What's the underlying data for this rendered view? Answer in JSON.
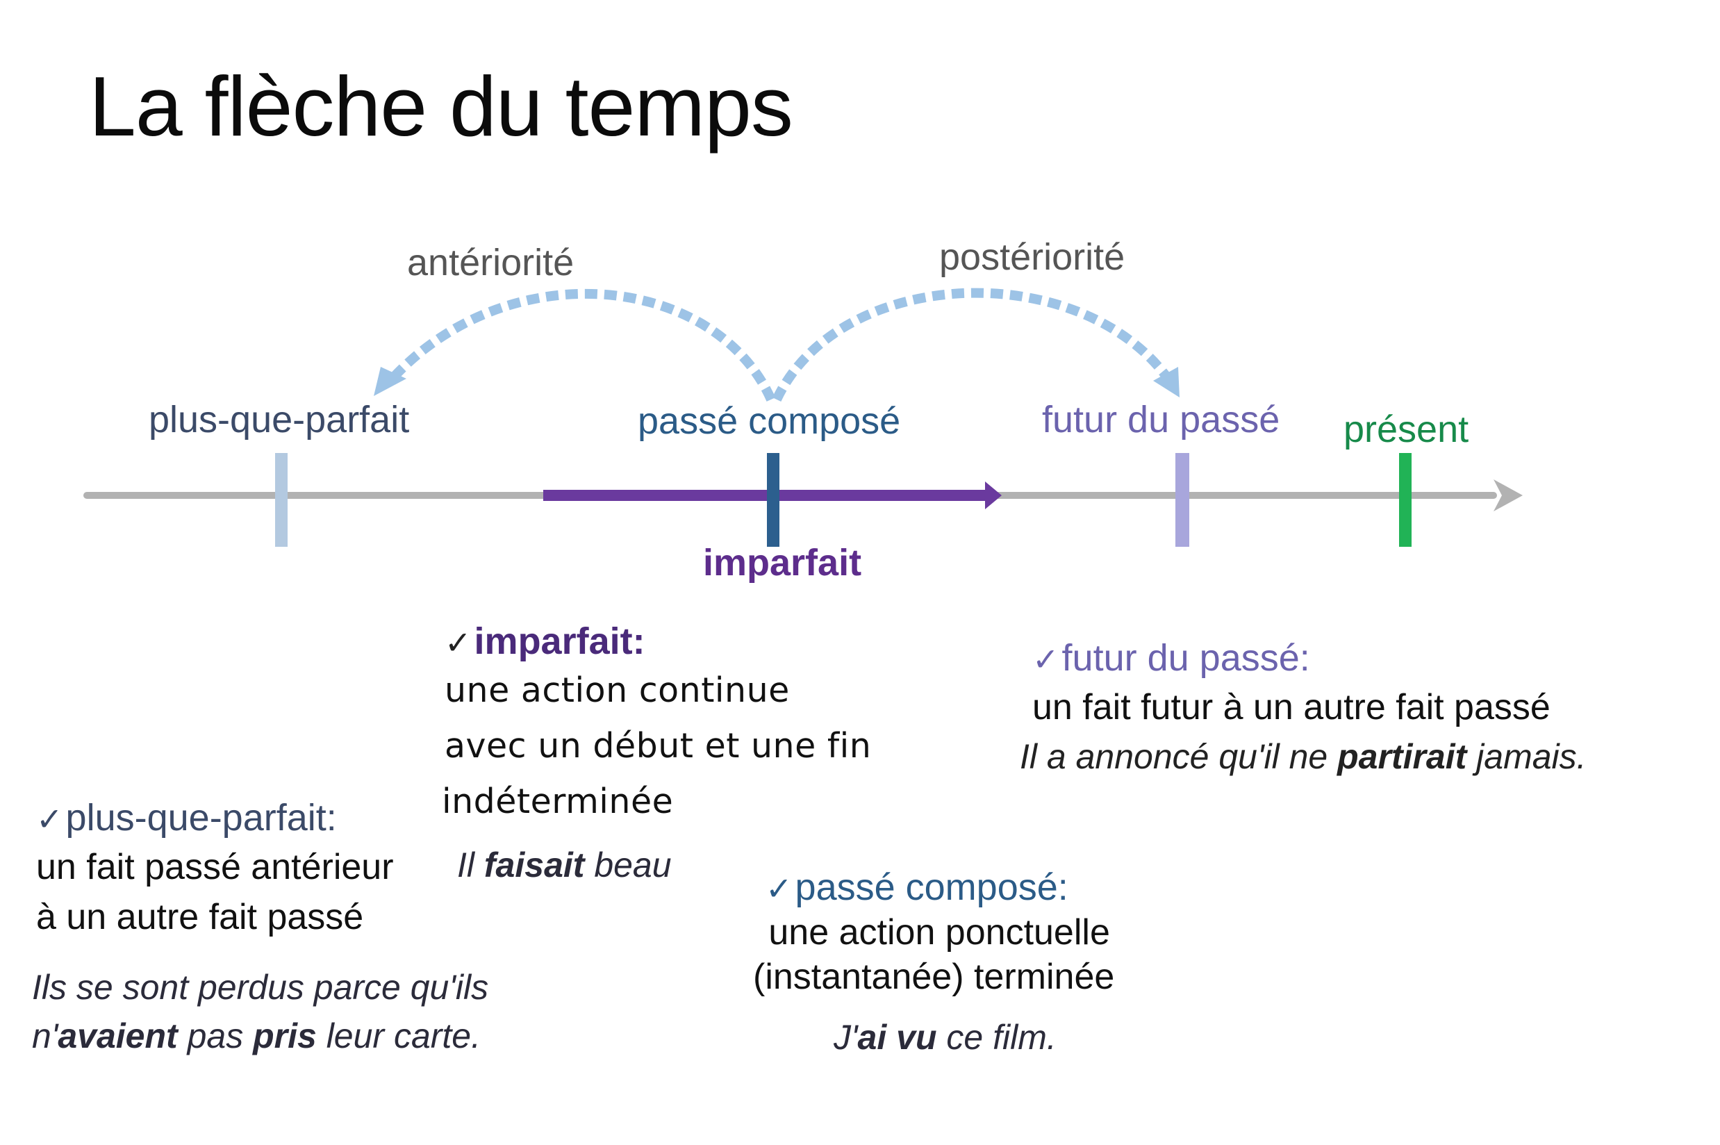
{
  "title": "La flèche du temps",
  "timeline": {
    "labels": {
      "anteriorite": "antériorité",
      "posteriorite": "postériorité",
      "plus_que_parfait": "plus-que-parfait",
      "passe_compose": "passé composé",
      "futur_du_passe": "futur du passé",
      "present": "présent",
      "imparfait": "imparfait"
    },
    "colors": {
      "axis": "#b2b2b2",
      "plus_que_parfait": "#b3c9e0",
      "passe_compose": "#2c5f8e",
      "imparfait": "#6a3a9e",
      "futur_du_passe": "#a8a6dc",
      "present": "#21b356",
      "arc": "#9dc3e6",
      "label_pqp": "#3b4a68",
      "label_pc": "#2b5b87",
      "label_futur": "#6b63ad",
      "label_present": "#178a4a",
      "label_imparfait": "#5d2d8c",
      "arc_label": "#555555"
    }
  },
  "blocks": {
    "imparfait": {
      "check": "✓",
      "heading": "imparfait:",
      "line1": "une action continue",
      "line2": "avec un début et une fin",
      "line3": "indéterminée",
      "ex_a": "Il ",
      "ex_b": "faisait",
      "ex_c": " beau"
    },
    "futur_du_passe": {
      "check": "✓",
      "heading": "futur du passé:",
      "line1": "un fait futur à un autre fait passé",
      "ex_a": "Il a annoncé qu'il ne ",
      "ex_b": "partirait",
      "ex_c": " jamais."
    },
    "plus_que_parfait": {
      "check": "✓",
      "heading": "plus-que-parfait:",
      "line1": "un fait passé antérieur",
      "line2": "à un autre fait passé",
      "ex1": "Ils se sont perdus parce qu'ils",
      "ex2_a": "n'",
      "ex2_b": "avaient",
      "ex2_c": " pas ",
      "ex2_d": "pris",
      "ex2_e": " leur carte."
    },
    "passe_compose": {
      "check": "✓",
      "heading": "passé composé:",
      "line1": "une action ponctuelle",
      "line2": "(instantanée) terminée",
      "ex_a": "J'",
      "ex_b": "ai vu",
      "ex_c": " ce film."
    }
  }
}
